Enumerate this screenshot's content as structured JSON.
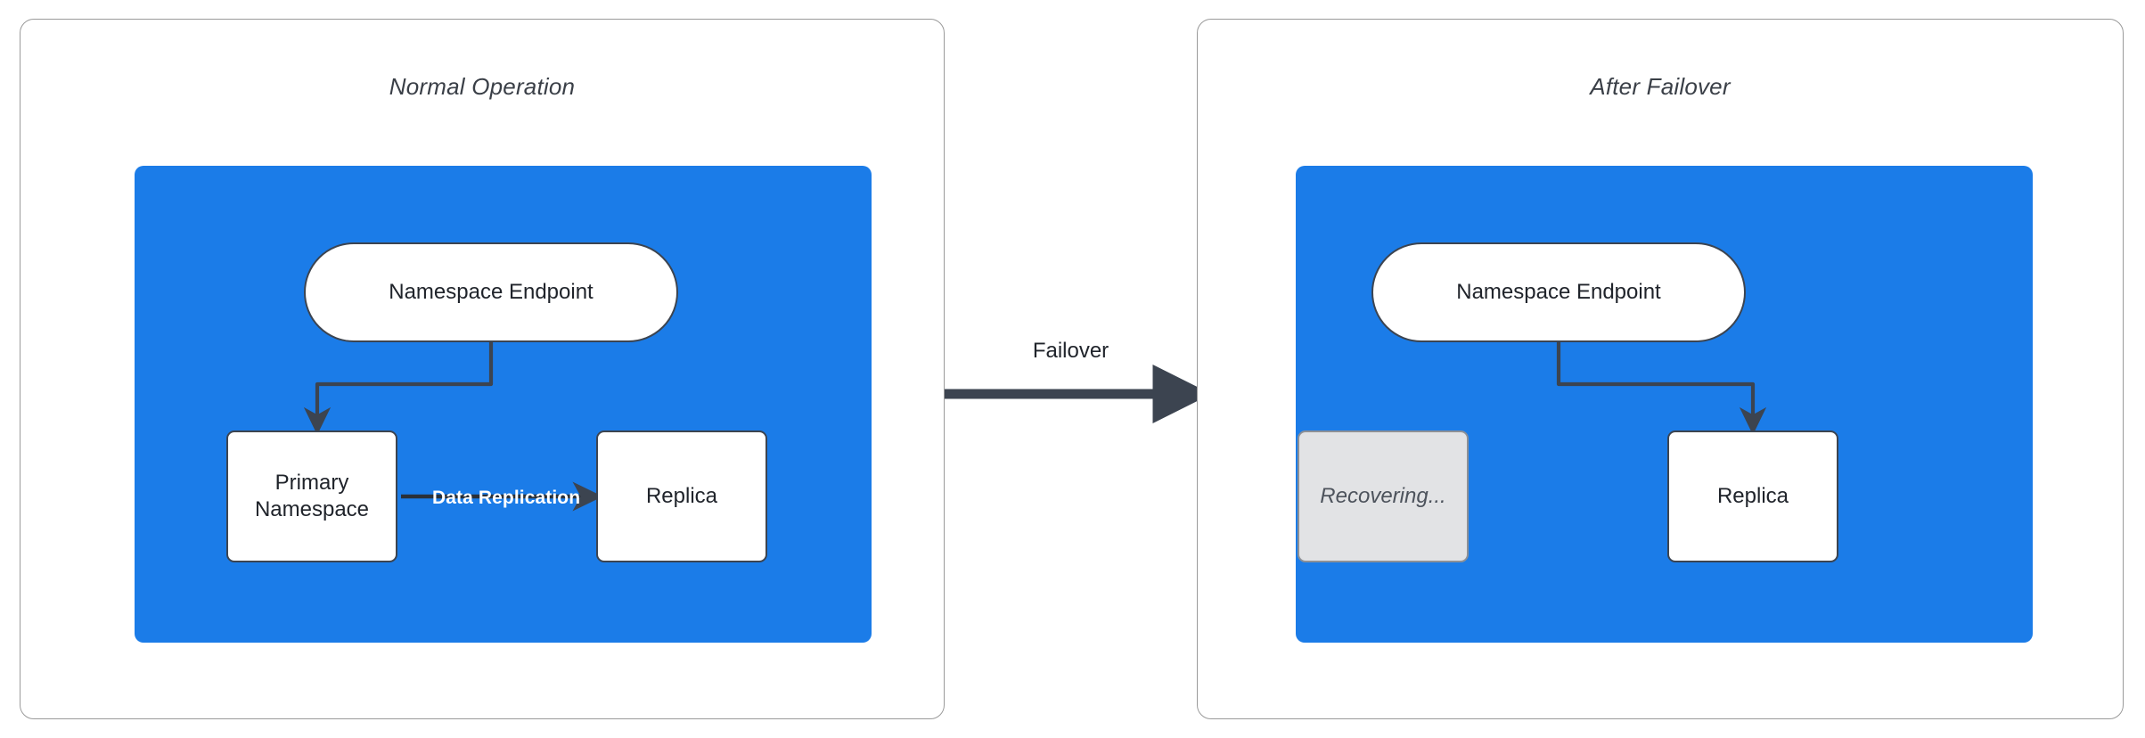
{
  "diagram": {
    "title_left": "Normal Operation",
    "title_right": "After Failover",
    "colors": {
      "region_blue": "#1b7ce8",
      "connector_dark": "#3c4450",
      "panel_border": "#9a9a9a",
      "node_fill": "#ffffff",
      "recovering_fill": "#e2e3e5",
      "recovering_text": "#4d535c",
      "label_on_blue": "#ffffff"
    }
  },
  "panels": {
    "left": {
      "title": "Normal Operation",
      "nodes": {
        "endpoint": "Namespace Endpoint",
        "primary": "Primary\nNamespace",
        "primary_line1": "Primary",
        "primary_line2": "Namespace",
        "replica": "Replica"
      },
      "edges": {
        "endpoint_to_primary": "",
        "data_replication": "Data Replication"
      }
    },
    "right": {
      "title": "After Failover",
      "nodes": {
        "endpoint": "Namespace Endpoint",
        "recovering": "Recovering...",
        "replica": "Replica"
      },
      "edges": {
        "endpoint_to_replica": ""
      }
    }
  },
  "transition": {
    "label": "Failover"
  }
}
